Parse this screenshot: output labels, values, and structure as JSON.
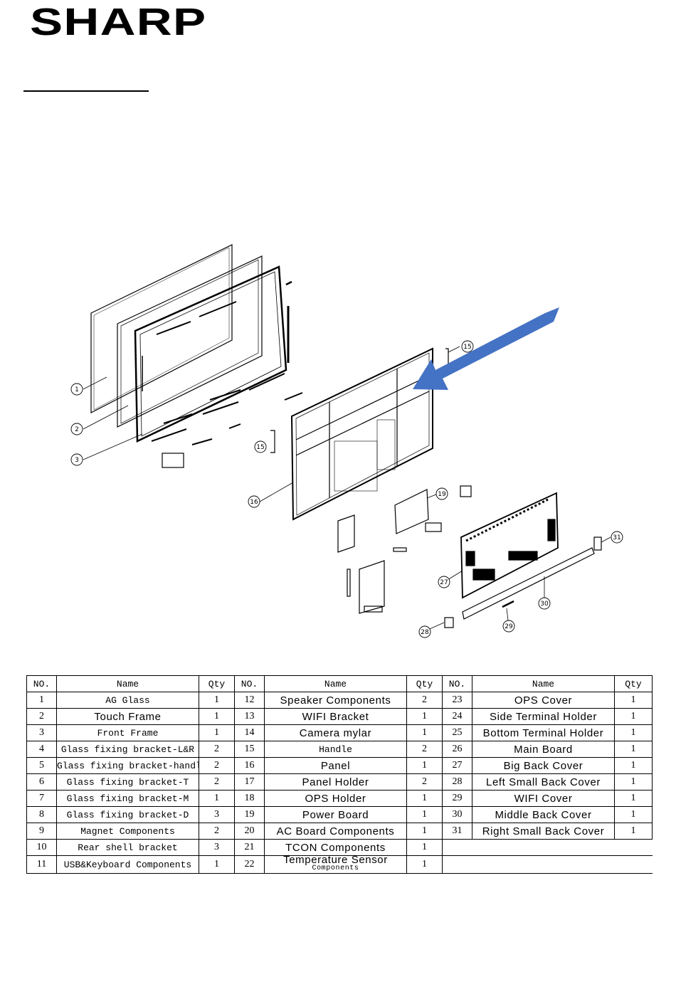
{
  "brand": "SHARP",
  "table": {
    "headers": [
      "NO.",
      "Name",
      "Qty"
    ],
    "rows": [
      [
        {
          "no": "1",
          "name": "AG Glass",
          "qty": "1",
          "f": "mono"
        },
        {
          "no": "12",
          "name": "Speaker Components",
          "qty": "2",
          "f": "sans"
        },
        {
          "no": "23",
          "name": "OPS Cover",
          "qty": "1",
          "f": "sans"
        }
      ],
      [
        {
          "no": "2",
          "name": "Touch Frame",
          "qty": "1",
          "f": "sans"
        },
        {
          "no": "13",
          "name": "WIFI Bracket",
          "qty": "1",
          "f": "sans"
        },
        {
          "no": "24",
          "name": "Side Terminal Holder",
          "qty": "1",
          "f": "sans"
        }
      ],
      [
        {
          "no": "3",
          "name": "Front Frame",
          "qty": "1",
          "f": "mono"
        },
        {
          "no": "14",
          "name": "Camera mylar",
          "qty": "1",
          "f": "sans"
        },
        {
          "no": "25",
          "name": "Bottom Terminal Holder",
          "qty": "1",
          "f": "sans"
        }
      ],
      [
        {
          "no": "4",
          "name": "Glass fixing bracket-L&R",
          "qty": "2",
          "f": "mono"
        },
        {
          "no": "15",
          "name": "Handle",
          "qty": "2",
          "f": "mono"
        },
        {
          "no": "26",
          "name": "Main Board",
          "qty": "1",
          "f": "sans"
        }
      ],
      [
        {
          "no": "5",
          "name": "Glass fixing bracket-handle",
          "qty": "2",
          "f": "mono"
        },
        {
          "no": "16",
          "name": "Panel",
          "qty": "1",
          "f": "sans"
        },
        {
          "no": "27",
          "name": "Big Back Cover",
          "qty": "1",
          "f": "sans"
        }
      ],
      [
        {
          "no": "6",
          "name": "Glass fixing bracket-T",
          "qty": "2",
          "f": "mono"
        },
        {
          "no": "17",
          "name": "Panel Holder",
          "qty": "2",
          "f": "sans"
        },
        {
          "no": "28",
          "name": "Left Small Back Cover",
          "qty": "1",
          "f": "sans"
        }
      ],
      [
        {
          "no": "7",
          "name": "Glass fixing bracket-M",
          "qty": "1",
          "f": "mono"
        },
        {
          "no": "18",
          "name": "OPS Holder",
          "qty": "1",
          "f": "sans"
        },
        {
          "no": "29",
          "name": "WIFI Cover",
          "qty": "1",
          "f": "sans"
        }
      ],
      [
        {
          "no": "8",
          "name": "Glass fixing bracket-D",
          "qty": "3",
          "f": "mono"
        },
        {
          "no": "19",
          "name": "Power Board",
          "qty": "1",
          "f": "sans"
        },
        {
          "no": "30",
          "name": "Middle Back Cover",
          "qty": "1",
          "f": "sans"
        }
      ],
      [
        {
          "no": "9",
          "name": "Magnet Components",
          "qty": "2",
          "f": "mono"
        },
        {
          "no": "20",
          "name": "AC Board Components",
          "qty": "1",
          "f": "sans"
        },
        {
          "no": "31",
          "name": "Right Small Back Cover",
          "qty": "1",
          "f": "sans"
        }
      ],
      [
        {
          "no": "10",
          "name": "Rear shell bracket",
          "qty": "3",
          "f": "mono"
        },
        {
          "no": "21",
          "name": "TCON Components",
          "qty": "1",
          "f": "sans"
        },
        null
      ],
      [
        {
          "no": "11",
          "name": "USB&Keyboard Components",
          "qty": "1",
          "f": "mono"
        },
        {
          "no": "22",
          "name": "Temperature Sensor",
          "name2": "Components",
          "qty": "1",
          "f": "two"
        },
        null
      ]
    ]
  },
  "callouts": {
    "left": [
      "1",
      "2",
      "3"
    ],
    "right": [
      "15",
      "16",
      "19",
      "27",
      "28",
      "29",
      "30",
      "31"
    ]
  },
  "colors": {
    "arrow": "#4472c4",
    "line": "#000000"
  }
}
